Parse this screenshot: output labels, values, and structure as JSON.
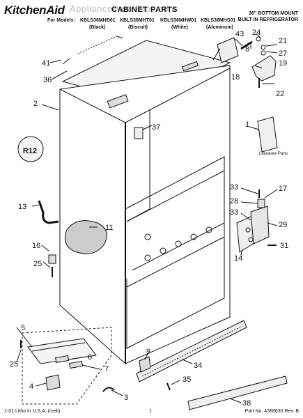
{
  "header": {
    "brand": "KitchenAid",
    "title": "CABINET PARTS",
    "subtitle_line1": "36\" BOTTOM MOUNT",
    "subtitle_line2": "BUILT IN REFRIGERATOR",
    "models_label": "For Models:",
    "models": [
      {
        "code": "KBLS36MHB01",
        "finish": "(Black)"
      },
      {
        "code": "KBLS36MHT01",
        "finish": "(Biscuit)"
      },
      {
        "code": "KBLS36MHW01",
        "finish": "(White)"
      },
      {
        "code": "KBLS36MHS01",
        "finish": "(Aluminum)"
      }
    ]
  },
  "watermark": "AppliancePartsPros.com",
  "literature_label": "Literature Parts",
  "rev_badge": "R12",
  "callouts": {
    "c1": "1",
    "c2": "2",
    "c3": "3",
    "c4": "4",
    "c5": "5",
    "c6": "6",
    "c7": "7",
    "c8": "8",
    "c9": "9",
    "c11": "11",
    "c13": "13",
    "c14": "14",
    "c16": "16",
    "c17": "17",
    "c18": "18",
    "c19": "19",
    "c21": "21",
    "c22": "22",
    "c24": "24",
    "c25a": "25",
    "c25b": "25",
    "c27": "27",
    "c28": "28",
    "c29": "29",
    "c31": "31",
    "c33a": "33",
    "c33b": "33",
    "c34": "34",
    "c35": "35",
    "c36": "36",
    "c37": "37",
    "c38": "38",
    "c41": "41",
    "c43": "43"
  },
  "footer": {
    "left": "1-01 Litho in U.S.A. (mek)",
    "center": "1",
    "right": "Part No. 4388635 Rev. B"
  }
}
